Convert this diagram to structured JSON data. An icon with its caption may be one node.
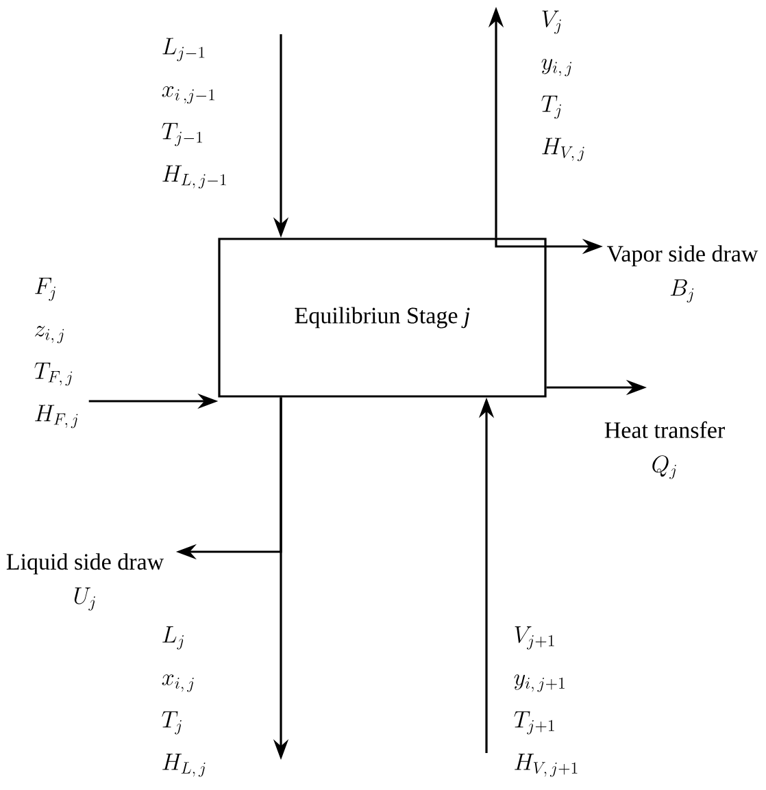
{
  "diagram": {
    "nodes": [
      {
        "text": [
          "Equilibriun Stage *j*"
        ]
      },
      {
        "text": [
          "L_{j-1}",
          "x_{i\\,,j-1}",
          "T_{j-1}",
          "H_{L,\\,j-1}"
        ]
      },
      {
        "text": [
          "V_j",
          "y_{i,\\,j}",
          "T_j",
          "H_{V,\\,j}"
        ]
      },
      {
        "text": [
          "Vapor side draw",
          "B_j"
        ]
      },
      {
        "text": [
          "F_j",
          "z_{i,\\,j}",
          "T_{F,\\,j}",
          "H_{F,\\,j}"
        ]
      },
      {
        "text": [
          "Heat transfer",
          "Q_j"
        ]
      },
      {
        "text": [
          "Liquid side draw",
          "U_j"
        ]
      },
      {
        "text": [
          "L_j",
          "x_{i,\\,j}",
          "T_j",
          "H_{L,\\,j}"
        ]
      },
      {
        "text": [
          "V_{j+1}",
          "y_{i,\\,j+1}",
          "T_{j+1}",
          "H_{V,\\,j+1}"
        ]
      }
    ],
    "edges": [
      {
        "from": 1,
        "to": 0,
        "arrow": "to"
      },
      {
        "from": 0,
        "to": 2,
        "arrow": "to"
      },
      {
        "from": 0,
        "to": 3,
        "arrow": "to"
      },
      {
        "from": 4,
        "to": 0,
        "arrow": "to"
      },
      {
        "from": 0,
        "to": 5,
        "arrow": "to"
      },
      {
        "from": 0,
        "to": 6,
        "arrow": "to"
      },
      {
        "from": 0,
        "to": 7,
        "arrow": "to"
      },
      {
        "from": 8,
        "to": 0,
        "arrow": "to"
      }
    ]
  }
}
